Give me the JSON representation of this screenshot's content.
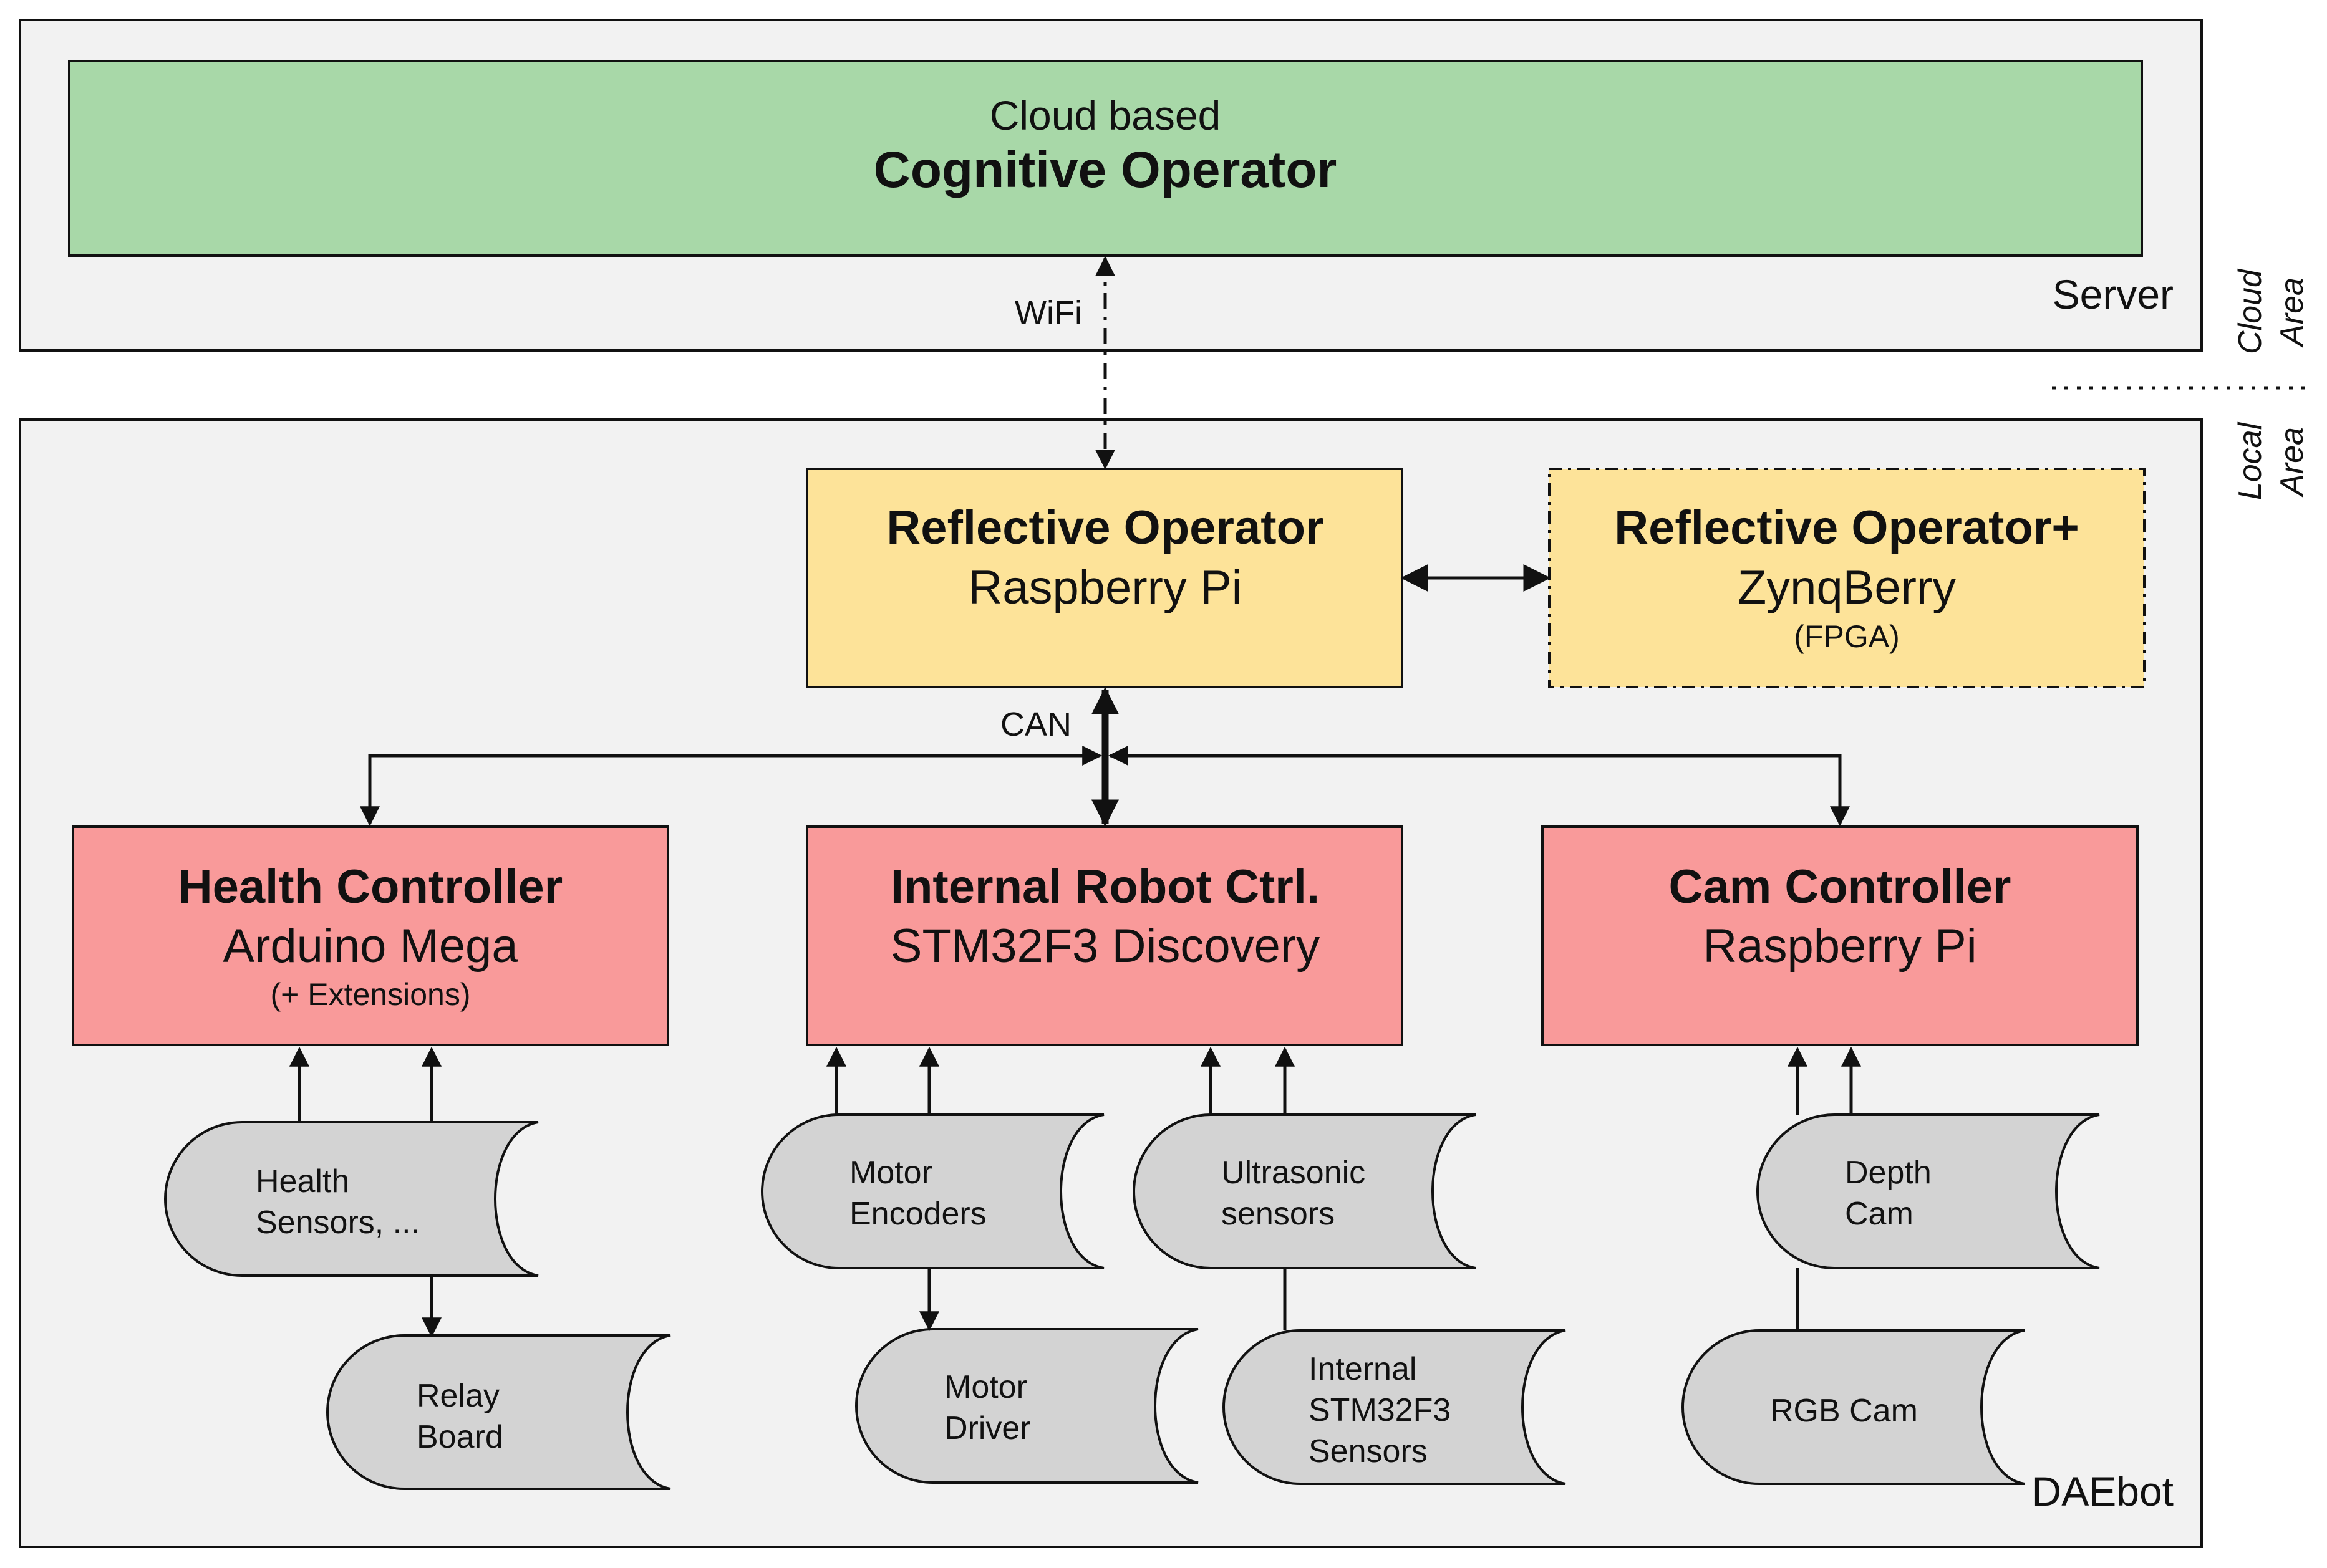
{
  "server": {
    "label": "Server",
    "cognitive": {
      "subtitle": "Cloud based",
      "title": "Cognitive Operator"
    }
  },
  "areas": {
    "cloud": [
      "Cloud",
      "Area"
    ],
    "local": [
      "Local",
      "Area"
    ]
  },
  "links": {
    "wifi": "WiFi",
    "can": "CAN"
  },
  "robot": {
    "label": "DAEbot",
    "reflective": {
      "title": "Reflective Operator",
      "subtitle": "Raspberry Pi"
    },
    "reflective_plus": {
      "title": "Reflective Operator+",
      "subtitle": "ZynqBerry",
      "note": "(FPGA)"
    },
    "health": {
      "title": "Health Controller",
      "subtitle": "Arduino Mega",
      "note": "(+ Extensions)"
    },
    "internal": {
      "title": "Internal Robot Ctrl.",
      "subtitle": "STM32F3 Discovery"
    },
    "cam": {
      "title": "Cam Controller",
      "subtitle": "Raspberry Pi"
    }
  },
  "devices": {
    "health_sensors": [
      "Health",
      "Sensors, ..."
    ],
    "relay_board": [
      "Relay",
      "Board"
    ],
    "motor_encoders": [
      "Motor",
      "Encoders"
    ],
    "motor_driver": [
      "Motor",
      "Driver"
    ],
    "ultrasonic": [
      "Ultrasonic",
      "sensors"
    ],
    "internal_sensors": [
      "Internal",
      "STM32F3",
      "Sensors"
    ],
    "depth_cam": [
      "Depth",
      "Cam"
    ],
    "rgb_cam": [
      "RGB Cam"
    ]
  },
  "colors": {
    "cloud_box": "#a8d8a8",
    "operator_box": "#fde399",
    "controller_box": "#f99a9a",
    "device_box": "#d3d3d3",
    "area_bg": "#f2f2f2",
    "stroke": "#111111"
  }
}
